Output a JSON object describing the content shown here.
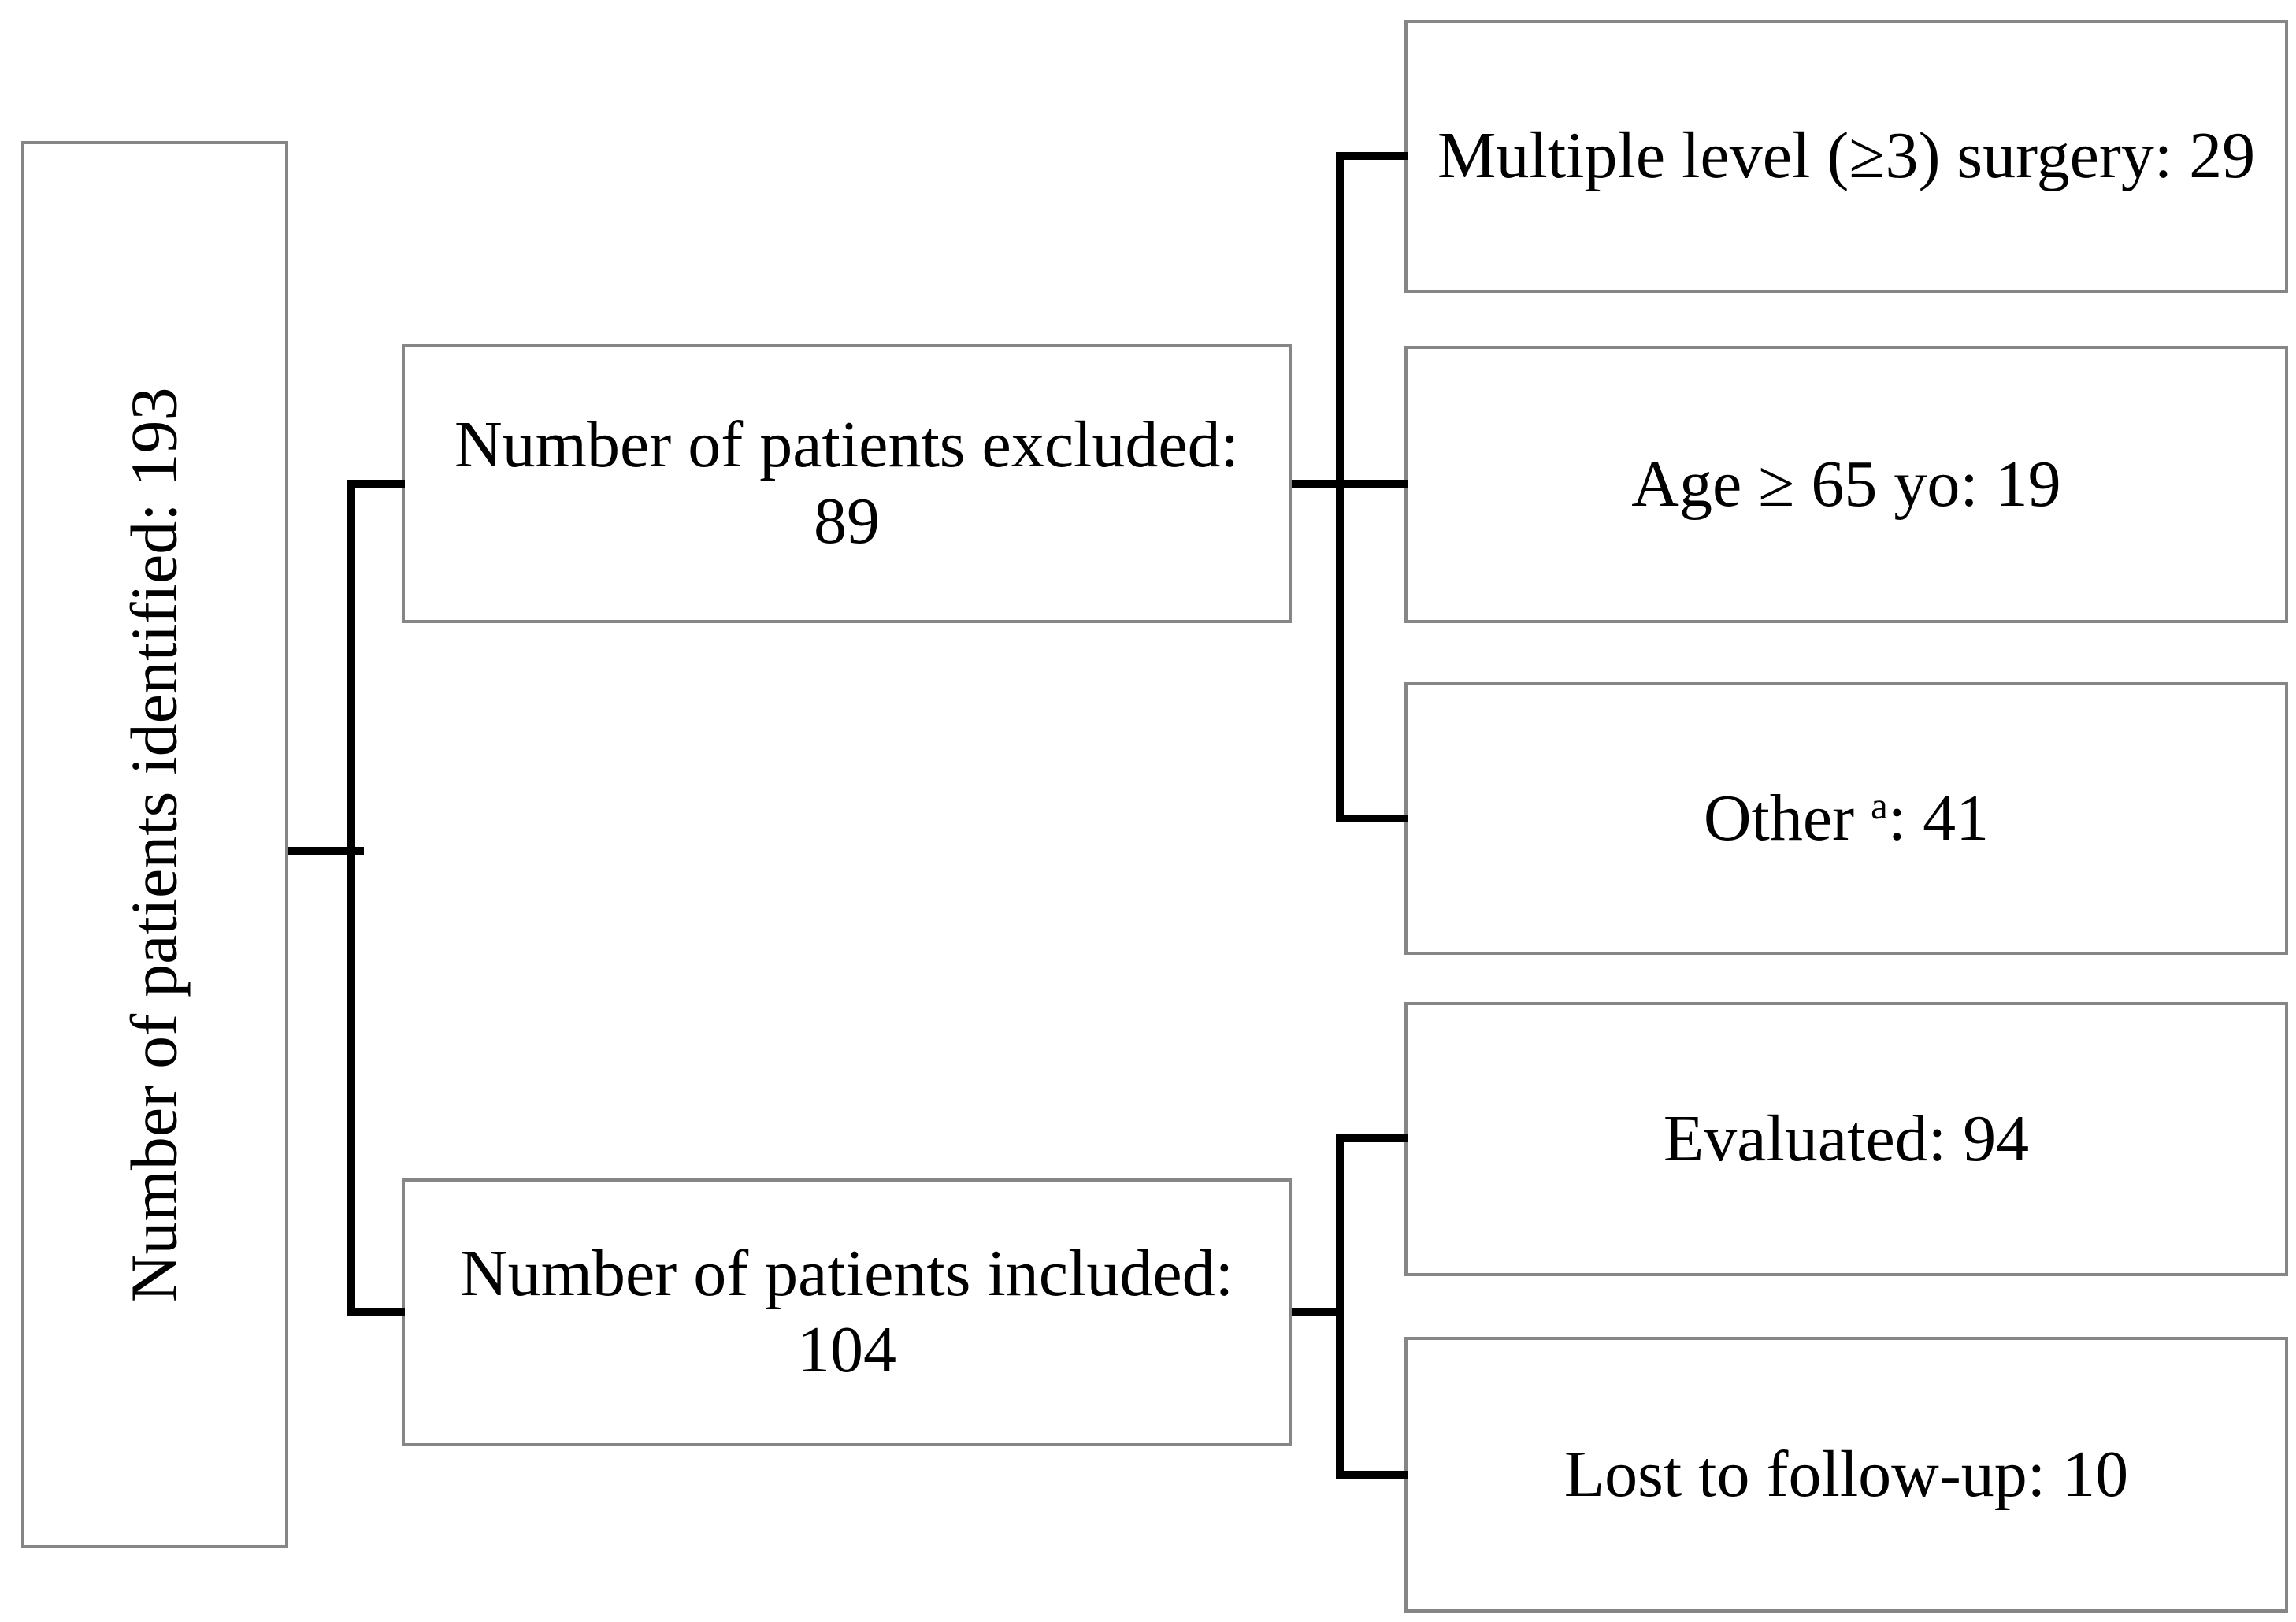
{
  "figure": {
    "root_box": {
      "label": "Number of patients identified: 193"
    },
    "branch_boxes": [
      {
        "line1": "Number of patients excluded:",
        "line2": "89"
      },
      {
        "line1": "Number of patients included:",
        "line2": "104"
      }
    ],
    "leaf_boxes": [
      {
        "label": "Multiple level (≥3) surgery: 29"
      },
      {
        "label": "Age ≥ 65 yo: 19"
      },
      {
        "label_pre": "Other ",
        "superscript": "a",
        "label_post": ": 41"
      },
      {
        "label": "Evaluated: 94"
      },
      {
        "label": "Lost to follow-up: 10"
      }
    ],
    "colors": {
      "background": "#ffffff",
      "box_border": "#868686",
      "connector": "#000000",
      "text": "#000000"
    }
  }
}
